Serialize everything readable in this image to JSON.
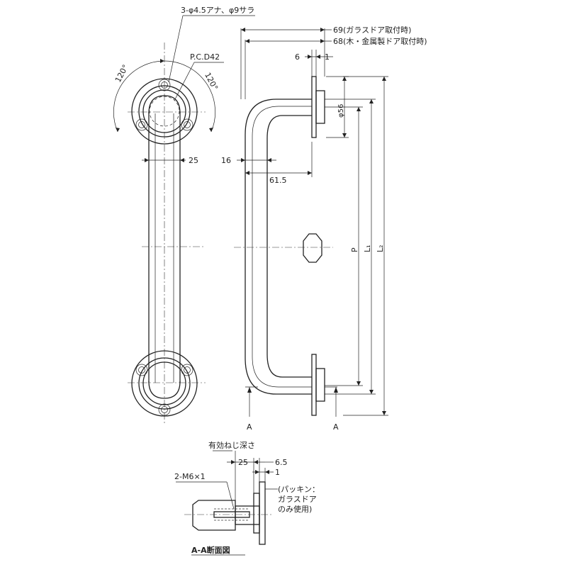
{
  "labels": {
    "holes": "3-φ4.5アナ、φ9サラ",
    "pcd": "P.C.D42",
    "angle_left": "120°",
    "angle_right": "120°",
    "width_25": "25",
    "glass_door": "69(ガラスドア取付時)",
    "wood_door": "68(木・金属製ドア取付時)",
    "dim_6": "6",
    "dim_1": "1",
    "dia_56": "φ56",
    "dim_16": "16",
    "dim_61_5": "61.5",
    "dim_P": "P",
    "dim_L1": "L₁",
    "dim_L2": "L₂",
    "section_A_left": "A",
    "section_A_right": "A",
    "thread_depth": "有効ねじ深さ",
    "sec_25": "25",
    "sec_6_5": "6.5",
    "sec_1": "1",
    "thread": "2-M6×1",
    "packing_1": "(パッキン：",
    "packing_2": "ガラスドア",
    "packing_3": "のみ使用)",
    "section_title": "A-A断面図"
  }
}
